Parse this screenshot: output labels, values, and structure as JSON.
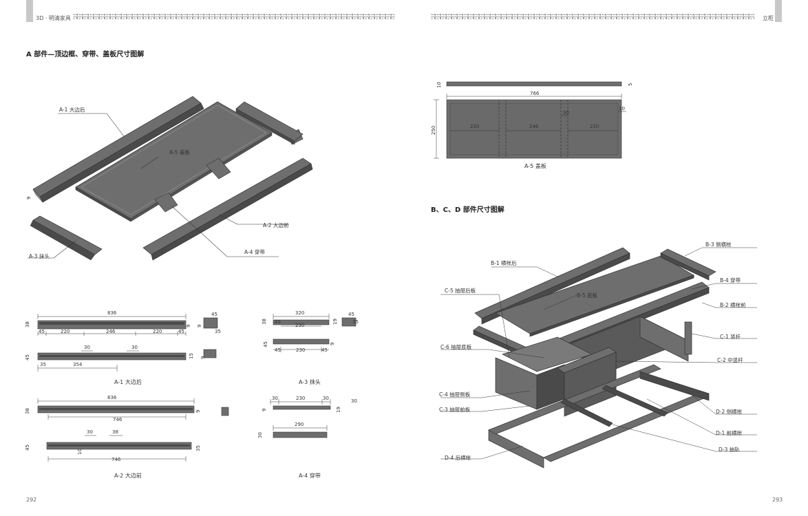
{
  "header": {
    "left": "3D · 明清家具",
    "right": "立柜"
  },
  "page_numbers": {
    "left": "292",
    "right": "293"
  },
  "left_page": {
    "section_title": "A 部件—顶边框、穿带、盖板尺寸图解",
    "exploded_labels": {
      "a1": "A-1 大边后",
      "a5": "A-5 盖板",
      "a2": "A-2 大边前",
      "a3": "A-3 抹头",
      "a4": "A-4 穿带"
    },
    "drawings": {
      "a1": {
        "caption": "A-1 大边后",
        "dims": [
          "836",
          "38",
          "45",
          "220",
          "246",
          "220",
          "45",
          "9",
          "45",
          "35",
          "30",
          "30",
          "45",
          "35",
          "354",
          "15",
          "9"
        ]
      },
      "a3": {
        "caption": "A-3 抹头",
        "dims": [
          "320",
          "230",
          "38",
          "45",
          "19",
          "45",
          "35",
          "9",
          "45",
          "230",
          "45"
        ]
      },
      "a2": {
        "caption": "A-2 大边前",
        "dims": [
          "836",
          "38",
          "746",
          "9",
          "30",
          "38",
          "45",
          "10",
          "746",
          "35"
        ]
      },
      "a4": {
        "caption": "A-4 穿带",
        "dims": [
          "30",
          "230",
          "30",
          "9",
          "19",
          "290",
          "30"
        ]
      }
    },
    "side_dim": "9"
  },
  "right_page": {
    "a5_drawing": {
      "caption": "A-5 盖板",
      "dims": [
        "10",
        "5",
        "766",
        "30",
        "10",
        "250",
        "220",
        "246",
        "220"
      ]
    },
    "section_title": "B、C、D 部件尺寸图解",
    "labels": {
      "b3": "B-3 侧横枨",
      "b1": "B-1 横枨后",
      "b4": "B-4 穿带",
      "c5": "C-5 抽屉后板",
      "b5": "B-5 底板",
      "b2": "B-2 横枨前",
      "c1": "C-1 竖杆",
      "c6": "C-6 抽屉底板",
      "c2": "C-2 中竖杆",
      "c4": "C-4 抽屉侧板",
      "c3": "C-3 抽屉前板",
      "d2": "D-2 侧横枨",
      "d1": "D-1 前横枨",
      "d3": "D-3 抽轨",
      "d4": "D-4 后横枨"
    }
  },
  "colors": {
    "part_fill": "#6e6e6e",
    "part_dark": "#4a4a4a",
    "part_light": "#9a9a9a",
    "line": "#333333"
  }
}
